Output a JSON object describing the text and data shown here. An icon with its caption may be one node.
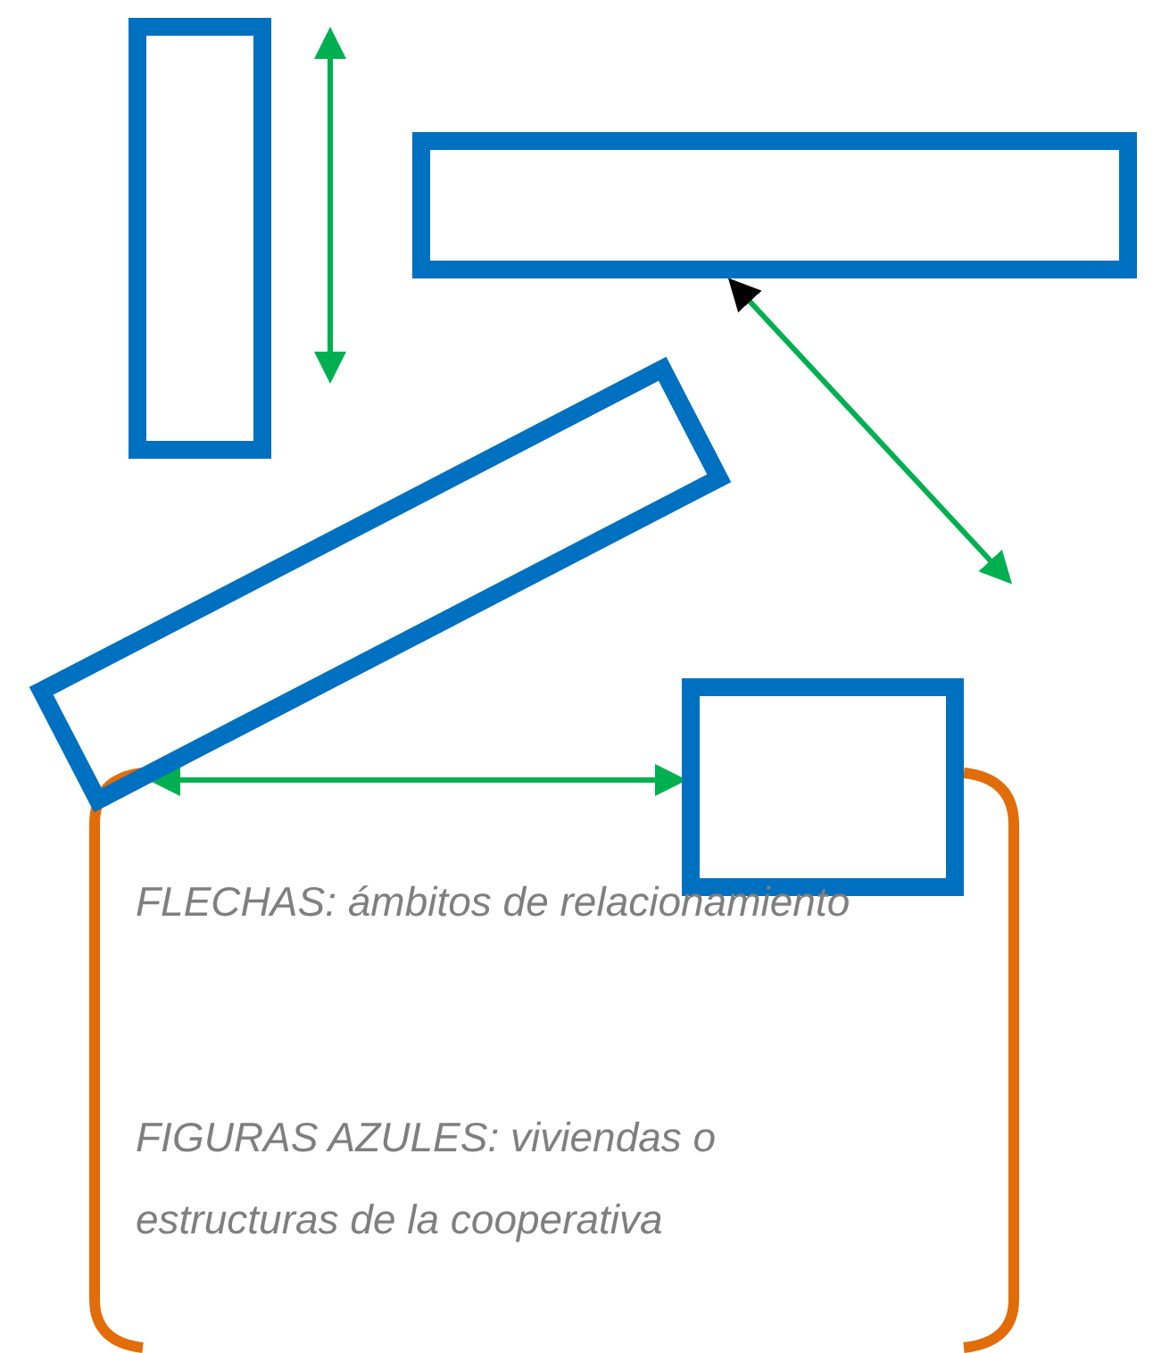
{
  "diagram": {
    "nodes": [
      {
        "text": [],
        "shape": "box"
      },
      {
        "text": [],
        "shape": "box"
      },
      {
        "text": [],
        "shape": "box"
      },
      {
        "text": [],
        "shape": "box"
      }
    ],
    "edges": [
      {
        "from": 1,
        "to": null,
        "arrow": "both"
      },
      {
        "from": 2,
        "to": 3,
        "arrow": "both"
      }
    ],
    "labels": [
      "FLECHAS: ámbitos de relacionamiento",
      "FIGURAS AZULES: viviendas o estructuras de la cooperativa"
    ]
  }
}
